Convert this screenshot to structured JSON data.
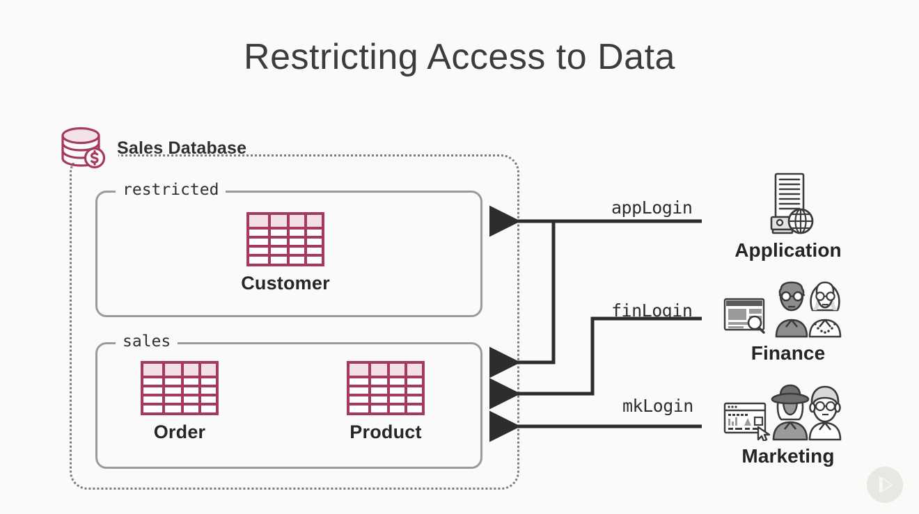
{
  "slide": {
    "title": "Restricting Access to Data",
    "background_color": "#fafaf8"
  },
  "database": {
    "icon": "database-dollar-icon",
    "name": "Sales Database",
    "accent_color": "#a63a5e",
    "outline_style": "dotted"
  },
  "schemas": [
    {
      "name": "restricted",
      "tables": [
        {
          "name": "Customer",
          "icon": "table-icon"
        }
      ]
    },
    {
      "name": "sales",
      "tables": [
        {
          "name": "Order",
          "icon": "table-icon"
        },
        {
          "name": "Product",
          "icon": "table-icon"
        }
      ]
    }
  ],
  "connections": [
    {
      "login": "appLogin",
      "from": "Application",
      "targets": [
        "restricted",
        "sales"
      ]
    },
    {
      "login": "finLogin",
      "from": "Finance",
      "targets": [
        "sales"
      ]
    },
    {
      "login": "mkLogin",
      "from": "Marketing",
      "targets": [
        "sales"
      ]
    }
  ],
  "actors": [
    {
      "name": "Application",
      "icon": "server-globe-icon"
    },
    {
      "name": "Finance",
      "icon": "finance-people-icon"
    },
    {
      "name": "Marketing",
      "icon": "marketing-people-icon"
    }
  ],
  "watermark": {
    "icon": "play-logo-icon"
  }
}
